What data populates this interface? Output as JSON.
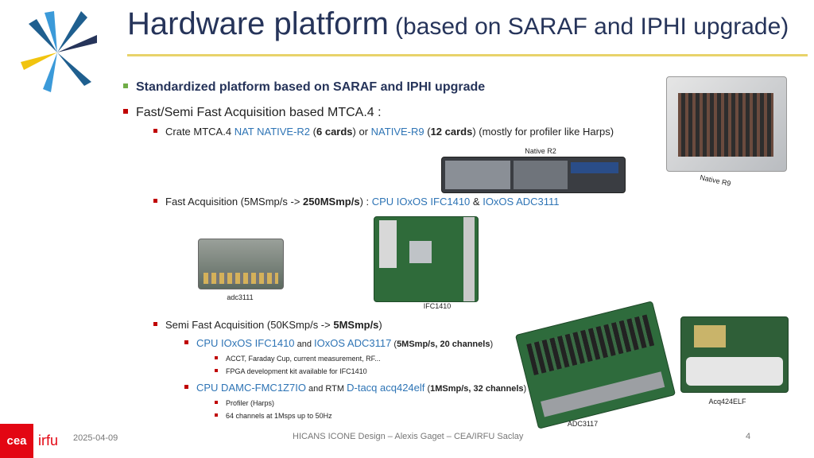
{
  "title": {
    "main": "Hardware platform",
    "sub": "(based on SARAF and IPHI upgrade)"
  },
  "bullets": {
    "b1": "Standardized platform based on SARAF and IPHI upgrade",
    "b2": "Fast/Semi Fast Acquisition based MTCA.4 :",
    "crate": {
      "t1": "Crate MTCA.4 ",
      "t2": "NAT NATIVE-R2",
      "t3": " (",
      "t4": "6 cards",
      "t5": ") or ",
      "t6": "NATIVE-R9",
      "t7": " (",
      "t8": "12 cards",
      "t9": ") (mostly for profiler like Harps)"
    },
    "fast": {
      "t1": "Fast Acquisition (5MSmp/s -> ",
      "t2": "250MSmp/s",
      "t3": ") : ",
      "t4": "CPU IOxOS IFC1410",
      "t5": " & ",
      "t6": "IOxOS ADC3111"
    },
    "semi": {
      "t1": "Semi Fast Acquisition (50KSmp/s -> ",
      "t2": "5MSmp/s",
      "t3": ")"
    },
    "cpu1": {
      "t1": "CPU IOxOS IFC1410",
      "t2": " and ",
      "t3": "IOxOS ADC3117",
      "t4": " (",
      "t5": "5MSmp/s, 20 channels",
      "t6": ")"
    },
    "cpu1_sub": [
      "ACCT, Faraday Cup, current measurement, RF...",
      "FPGA development kit available for IFC1410"
    ],
    "cpu2": {
      "t1": "CPU DAMC-FMC1Z7IO",
      "t2": " and RTM ",
      "t3": "D-tacq acq424elf",
      "t4": " (",
      "t5": "1MSmp/s, 32 channels",
      "t6": ")"
    },
    "cpu2_sub": [
      "Profiler (Harps)",
      "64 channels at 1Msps up to 50Hz"
    ]
  },
  "captions": {
    "native_r2": "Native R2",
    "native_r9": "Native R9",
    "adc3111": "adc3111",
    "ifc1410": "IFC1410",
    "adc3117": "ADC3117",
    "acq424elf": "Acq424ELF"
  },
  "footer": {
    "date": "2025-04-09",
    "center": "HICANS ICONE Design – Alexis Gaget – CEA/IRFU Saclay",
    "page": "4",
    "logo_cea": "cea",
    "logo_irfu": "irfu"
  },
  "colors": {
    "title": "#26345a",
    "accent_bullet": "#c00000",
    "green_bullet": "#70ad47",
    "link_blue": "#2e74b5",
    "rule": "#e8d36a",
    "cea_red": "#e30613"
  }
}
